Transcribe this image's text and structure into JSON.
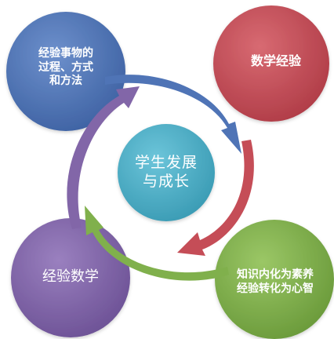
{
  "nodes": {
    "top_left": {
      "lines": [
        "经验事物的",
        "过程、方式",
        "和方法"
      ],
      "color": "#4f74b6"
    },
    "top_right": {
      "lines": [
        "数学经验"
      ],
      "color": "#c54d57"
    },
    "center": {
      "lines": [
        "学生发展",
        "与成长"
      ],
      "color": "#4aaec6"
    },
    "bottom_left": {
      "lines": [
        "经验数学"
      ],
      "color": "#8266a8"
    },
    "bottom_right": {
      "lines": [
        "知识内化为素养",
        "经验转化为心智"
      ],
      "color": "#80b04c"
    }
  },
  "arrows": {
    "top": {
      "color": "#4f74b6"
    },
    "right": {
      "color": "#c54d57"
    },
    "bottom": {
      "color": "#80b04c"
    },
    "left": {
      "color": "#8266a8"
    }
  }
}
